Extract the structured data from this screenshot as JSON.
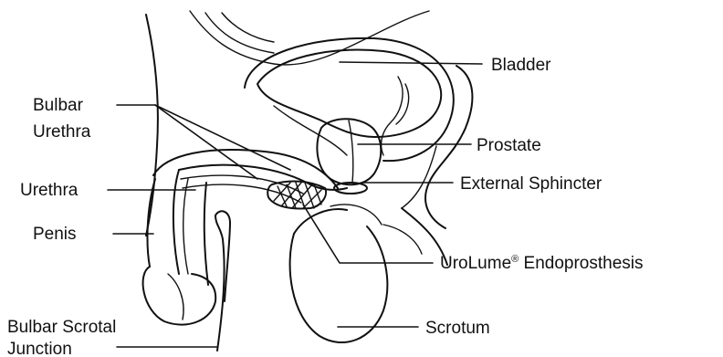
{
  "labels": {
    "bladder": "Bladder",
    "bulbar_urethra_line1": "Bulbar",
    "bulbar_urethra_line2": "Urethra",
    "prostate": "Prostate",
    "urethra": "Urethra",
    "external_sphincter": "External Sphincter",
    "penis": "Penis",
    "urolume_main": "UroLume",
    "urolume_mark": "®",
    "urolume_rest": " Endoprosthesis",
    "bulbar_scrotal_line1": "Bulbar Scrotal",
    "bulbar_scrotal_line2": "Junction",
    "scrotum": "Scrotum"
  }
}
